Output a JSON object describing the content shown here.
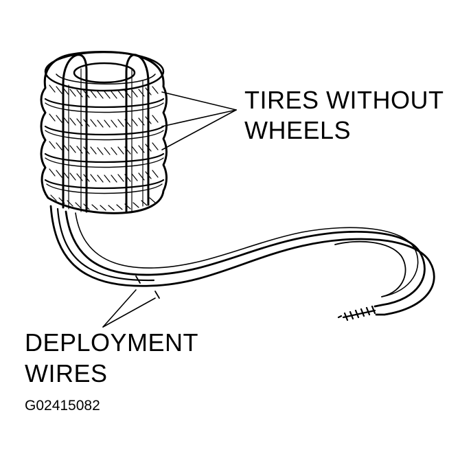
{
  "labels": {
    "tires": [
      "TIRES WITHOUT",
      "WHEELS"
    ],
    "deployment": [
      "DEPLOYMENT",
      "WIRES"
    ],
    "figure_id": "G02415082"
  },
  "colors": {
    "ink": "#000000",
    "background": "#ffffff"
  }
}
